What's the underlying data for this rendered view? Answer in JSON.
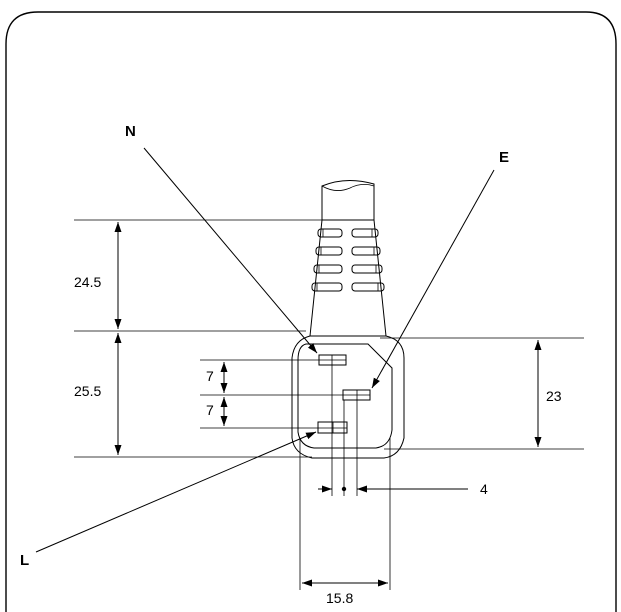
{
  "labels": {
    "neutral": "N",
    "earth": "E",
    "live": "L"
  },
  "dimensions": {
    "cable_section_height": "24.5",
    "socket_section_height": "25.5",
    "slot_pitch_upper": "7",
    "slot_pitch_lower": "7",
    "socket_cavity_height": "23",
    "earth_offset": "4",
    "socket_width": "15.8"
  }
}
